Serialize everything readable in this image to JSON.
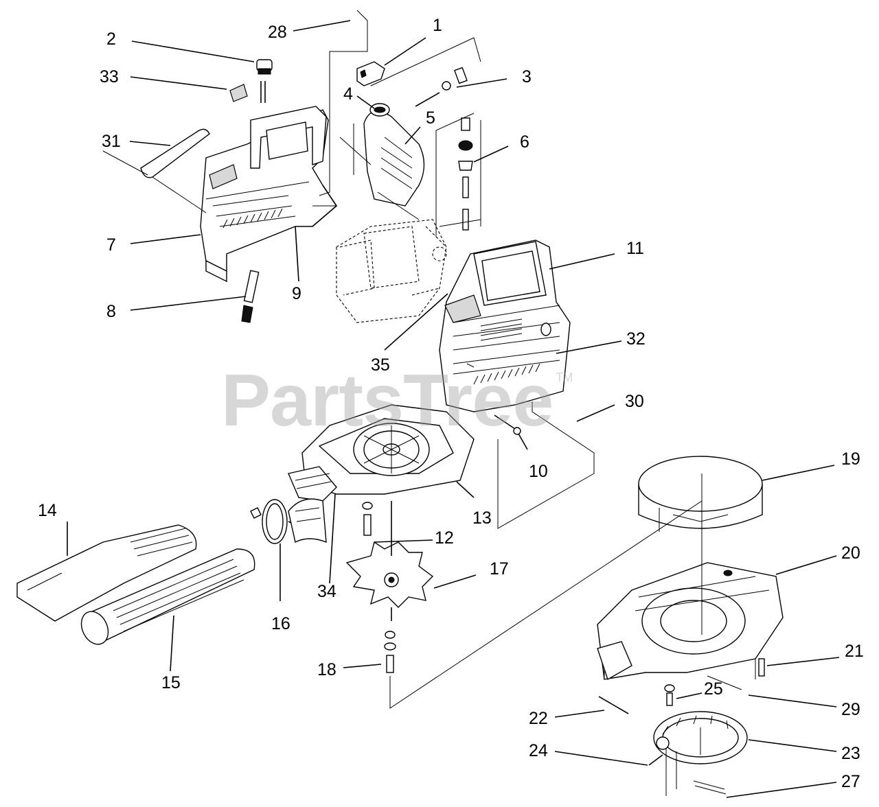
{
  "watermark": {
    "text": "PartsTree",
    "mark": "TM"
  },
  "callouts": [
    {
      "id": "1",
      "label": "1"
    },
    {
      "id": "2",
      "label": "2"
    },
    {
      "id": "3",
      "label": "3"
    },
    {
      "id": "4",
      "label": "4"
    },
    {
      "id": "5",
      "label": "5"
    },
    {
      "id": "6",
      "label": "6"
    },
    {
      "id": "7",
      "label": "7"
    },
    {
      "id": "8",
      "label": "8"
    },
    {
      "id": "9",
      "label": "9"
    },
    {
      "id": "10",
      "label": "10"
    },
    {
      "id": "11",
      "label": "11"
    },
    {
      "id": "12",
      "label": "12"
    },
    {
      "id": "13",
      "label": "13"
    },
    {
      "id": "14",
      "label": "14"
    },
    {
      "id": "15",
      "label": "15"
    },
    {
      "id": "16",
      "label": "16"
    },
    {
      "id": "17",
      "label": "17"
    },
    {
      "id": "18",
      "label": "18"
    },
    {
      "id": "19",
      "label": "19"
    },
    {
      "id": "20",
      "label": "20"
    },
    {
      "id": "21",
      "label": "21"
    },
    {
      "id": "22",
      "label": "22"
    },
    {
      "id": "23",
      "label": "23"
    },
    {
      "id": "24",
      "label": "24"
    },
    {
      "id": "25",
      "label": "25"
    },
    {
      "id": "27",
      "label": "27"
    },
    {
      "id": "28",
      "label": "28"
    },
    {
      "id": "29",
      "label": "29"
    },
    {
      "id": "30",
      "label": "30"
    },
    {
      "id": "31",
      "label": "31"
    },
    {
      "id": "32",
      "label": "32"
    },
    {
      "id": "33",
      "label": "33"
    },
    {
      "id": "34",
      "label": "34"
    },
    {
      "id": "35",
      "label": "35"
    }
  ]
}
